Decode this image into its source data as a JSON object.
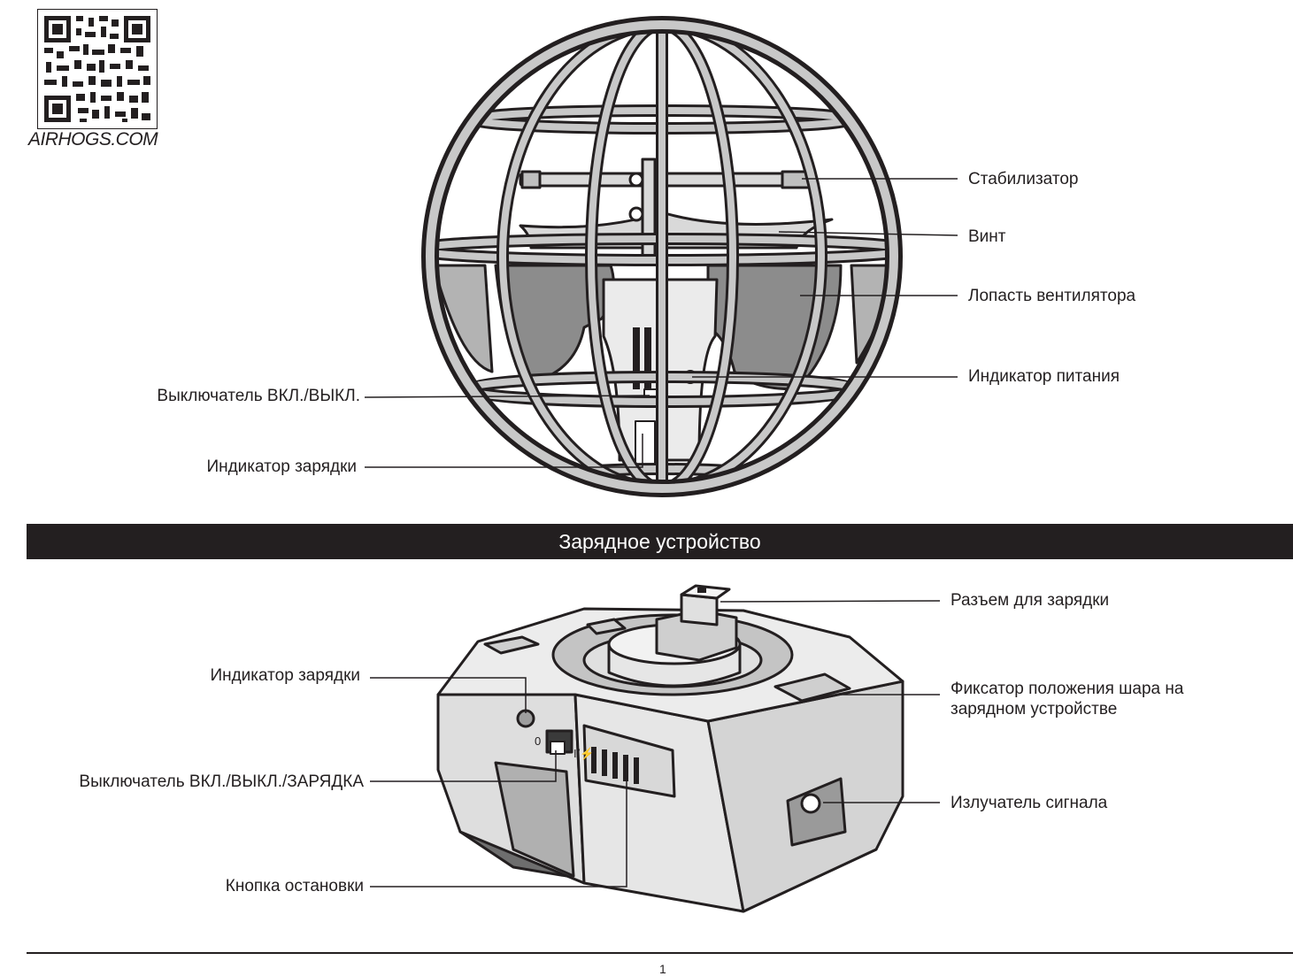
{
  "header": {
    "website": "AIRHOGS.COM"
  },
  "ball": {
    "labels": {
      "stabilizer": "Стабилизатор",
      "propeller": "Винт",
      "fan_blade": "Лопасть вентилятора",
      "power_indicator": "Индикатор питания",
      "on_off_switch": "Выключатель ВКЛ./ВЫКЛ.",
      "charge_indicator": "Индикатор зарядки"
    }
  },
  "charger": {
    "title": "Зарядное устройство",
    "labels": {
      "charge_connector": "Разъем для зарядки",
      "ball_lock": "Фиксатор положения шара на зарядном устройстве",
      "signal_emitter": "Излучатель сигнала",
      "charge_indicator": "Индикатор зарядки",
      "on_off_charge_switch": "Выключатель ВКЛ./ВЫКЛ./ЗАРЯДКА",
      "stop_button": "Кнопка остановки",
      "switch_off_mark": "0",
      "switch_on_mark": "I/⚡"
    }
  },
  "footer": {
    "page_number": "1"
  }
}
